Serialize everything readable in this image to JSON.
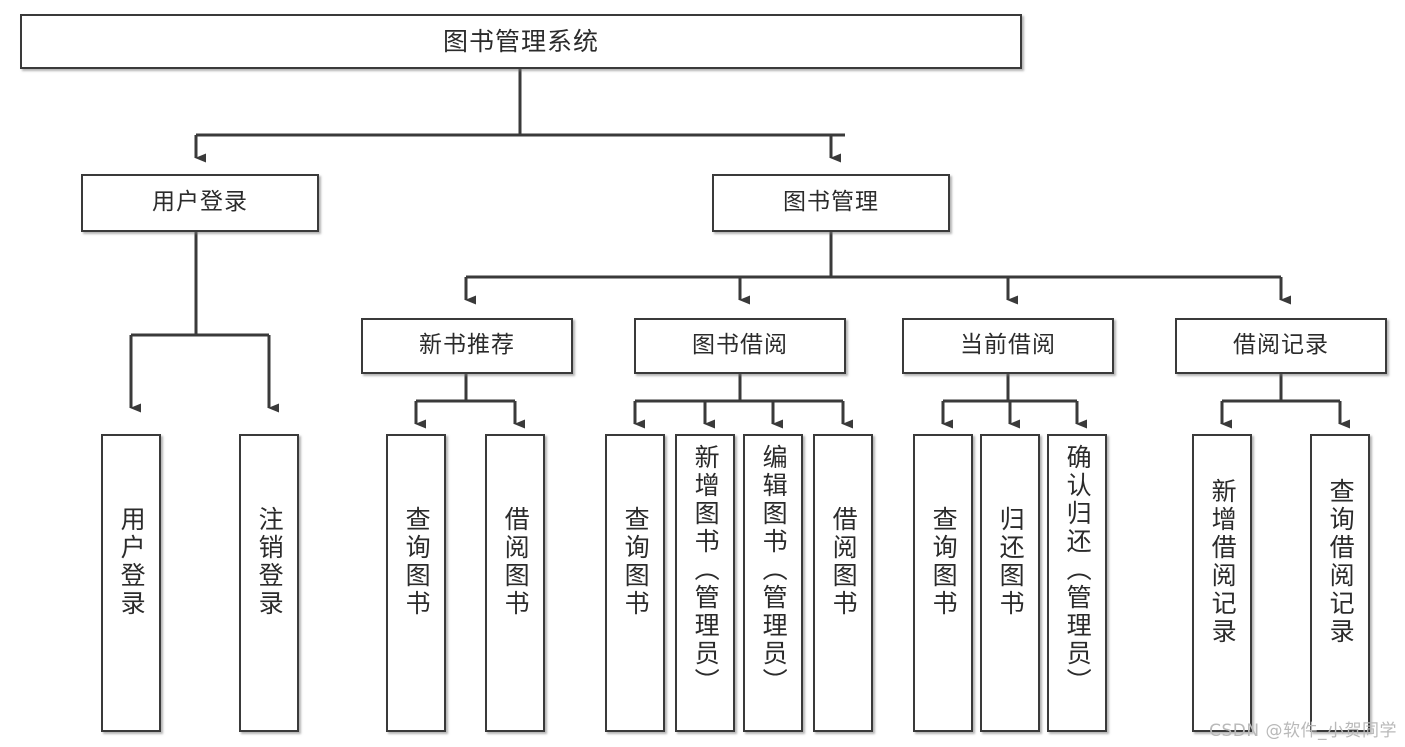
{
  "diagram": {
    "type": "tree-hierarchy-chart",
    "title": "图书管理系统",
    "stroke_color": "#3a3a3a",
    "text_color": "#2b2b2b",
    "background_color": "#ffffff",
    "root": {
      "id": "root",
      "label": "图书管理系统",
      "level": 0
    },
    "level1": [
      {
        "id": "user-login",
        "label": "用户登录"
      },
      {
        "id": "book-management",
        "label": "图书管理"
      }
    ],
    "level2": [
      {
        "id": "new-book-recommend",
        "label": "新书推荐",
        "parent": "book-management"
      },
      {
        "id": "book-borrow",
        "label": "图书借阅",
        "parent": "book-management"
      },
      {
        "id": "current-borrow",
        "label": "当前借阅",
        "parent": "book-management"
      },
      {
        "id": "borrow-record",
        "label": "借阅记录",
        "parent": "book-management"
      }
    ],
    "leaves": [
      {
        "id": "leaf-user-login",
        "label": "用户登录",
        "parent": "user-login"
      },
      {
        "id": "leaf-logout-login",
        "label": "注销登录",
        "parent": "user-login"
      },
      {
        "id": "leaf-query-book-1",
        "label": "查询图书",
        "parent": "new-book-recommend"
      },
      {
        "id": "leaf-borrow-book-1",
        "label": "借阅图书",
        "parent": "new-book-recommend"
      },
      {
        "id": "leaf-query-book-2",
        "label": "查询图书",
        "parent": "book-borrow"
      },
      {
        "id": "leaf-add-book",
        "label": "新增图书（管理员）",
        "parent": "book-borrow"
      },
      {
        "id": "leaf-edit-book",
        "label": "编辑图书（管理员）",
        "parent": "book-borrow"
      },
      {
        "id": "leaf-borrow-book-2",
        "label": "借阅图书",
        "parent": "book-borrow"
      },
      {
        "id": "leaf-query-book-3",
        "label": "查询图书",
        "parent": "current-borrow"
      },
      {
        "id": "leaf-return-book",
        "label": "归还图书",
        "parent": "current-borrow"
      },
      {
        "id": "leaf-confirm-return",
        "label": "确认归还（管理员）",
        "parent": "current-borrow"
      },
      {
        "id": "leaf-add-record",
        "label": "新增借阅记录",
        "parent": "borrow-record"
      },
      {
        "id": "leaf-query-record",
        "label": "查询借阅记录",
        "parent": "borrow-record"
      }
    ]
  },
  "watermark": {
    "text": "CSDN @软件_小贺同学"
  }
}
